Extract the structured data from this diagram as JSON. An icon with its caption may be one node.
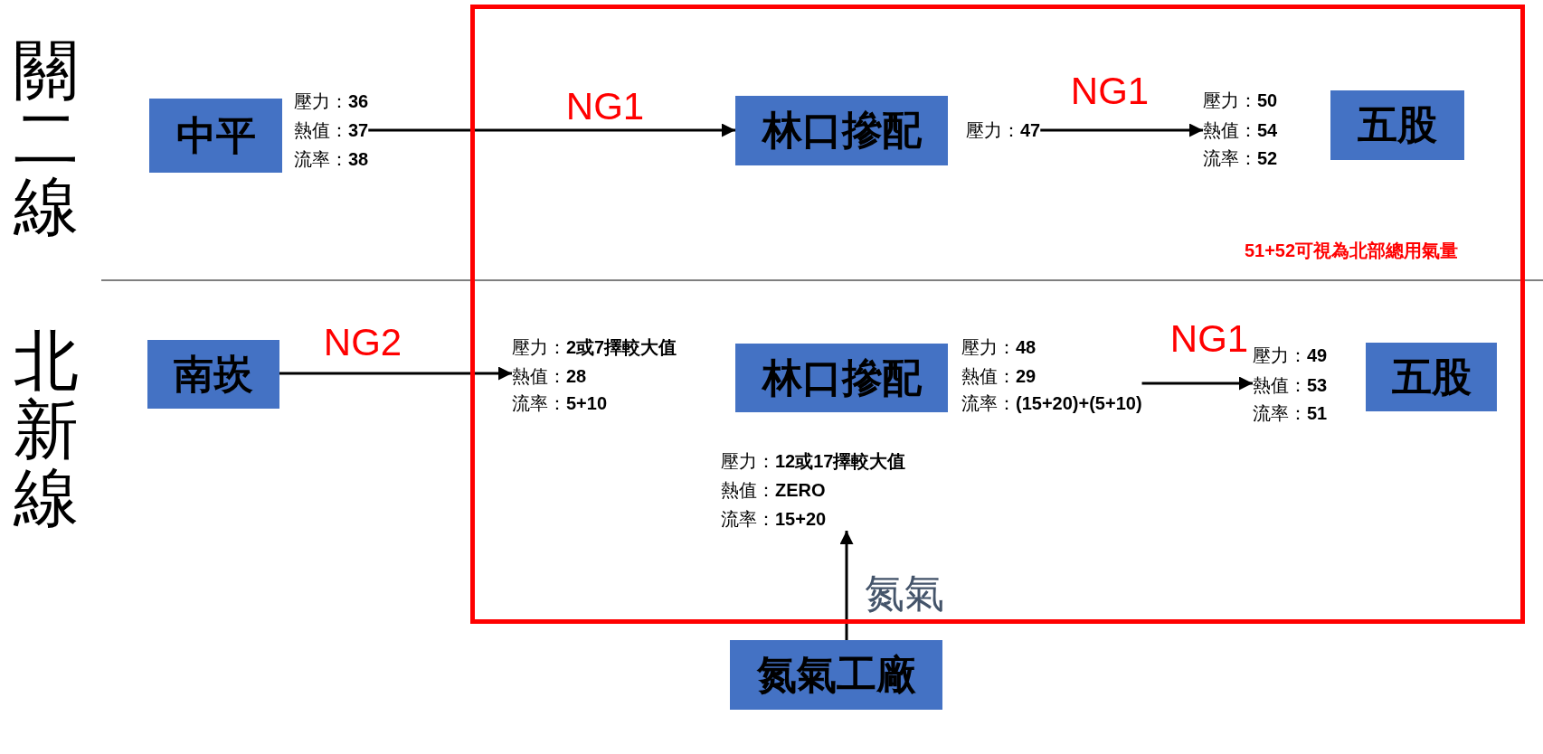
{
  "diagram": {
    "nodes": [
      {
        "text": [],
        "shape": "box"
      },
      {
        "text": [
          "中平"
        ],
        "beside": [
          "壓力：**36**",
          "熱值：**37**",
          "流率：**38**"
        ]
      },
      {
        "text": [
          "林口摻配"
        ],
        "beside": [
          "壓力：**47**"
        ],
        "in": 0
      },
      {
        "text": [
          "五股"
        ],
        "beside": [
          "壓力：**50**",
          "熱值：**54**",
          "流率：**52**"
        ],
        "in": 0
      },
      {
        "text": [
          "南崁"
        ]
      },
      {
        "text": [
          "林口摻配"
        ],
        "beside": [
          "壓力：**2或7擇較大值**",
          "熱值：**28**",
          "流率：**5+10**",
          "壓力：**48**",
          "熱值：**29**",
          "流率：**(15+20)+(5+10)**",
          "壓力：**12或17擇較大值**",
          "熱值：**ZERO**",
          "流率：**15+20**"
        ],
        "in": 0
      },
      {
        "text": [
          "五股"
        ],
        "beside": [
          "壓力：**49**",
          "熱值：**53**",
          "流率：**51**"
        ],
        "in": 0
      },
      {
        "text": [
          "氮氣工廠"
        ]
      }
    ],
    "edges": [
      {
        "from": 1,
        "to": 2,
        "arrow": "to",
        "label": "NG1"
      },
      {
        "from": 2,
        "to": 3,
        "arrow": "to",
        "label": "NG1"
      },
      {
        "from": 4,
        "to": 5,
        "arrow": "to",
        "label": "NG2"
      },
      {
        "from": 5,
        "to": 6,
        "arrow": "to",
        "label": "NG1"
      },
      {
        "from": 7,
        "to": 5,
        "arrow": "to",
        "label": "氮氣"
      }
    ],
    "labels": [
      "關二線",
      "51+52可視為北部總用氣量",
      "北新線"
    ]
  }
}
